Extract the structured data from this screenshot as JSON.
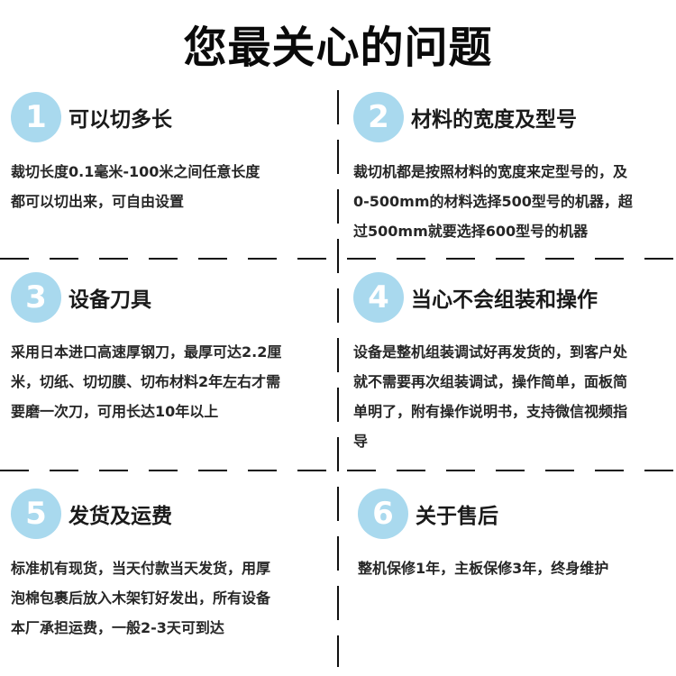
{
  "title": "您最关心的问题",
  "colors": {
    "circle": "#a9d9ee",
    "circle_text": "#ffffff",
    "text": "#262626",
    "divider": "#111111"
  },
  "items": [
    {
      "number": "1",
      "heading": "可以切多长",
      "lines": [
        "裁切长度0.1毫米-100米之间任意长度",
        "都可以切出来，可自由设置"
      ]
    },
    {
      "number": "2",
      "heading": "材料的宽度及型号",
      "lines": [
        "裁切机都是按照材料的宽度来定型号的，及",
        "0-500mm的材料选择500型号的机器，超",
        "过500mm就要选择600型号的机器"
      ]
    },
    {
      "number": "3",
      "heading": "设备刀具",
      "lines": [
        "采用日本进口高速厚钢刀，最厚可达2.2厘",
        "米，切纸、切切膜、切布材料2年左右才需",
        "要磨一次刀，可用长达10年以上"
      ]
    },
    {
      "number": "4",
      "heading": "当心不会组装和操作",
      "lines": [
        "设备是整机组装调试好再发货的，到客户处",
        "就不需要再次组装调试，操作简单，面板简",
        "单明了，附有操作说明书，支持微信视频指",
        "导"
      ]
    },
    {
      "number": "5",
      "heading": "发货及运费",
      "lines": [
        "标准机有现货，当天付款当天发货，用厚",
        "泡棉包裹后放入木架钉好发出，所有设备",
        "本厂承担运费，一般2-3天可到达"
      ]
    },
    {
      "number": "6",
      "heading": "关于售后",
      "lines": [
        "整机保修1年，主板保修3年，终身维护"
      ]
    }
  ]
}
